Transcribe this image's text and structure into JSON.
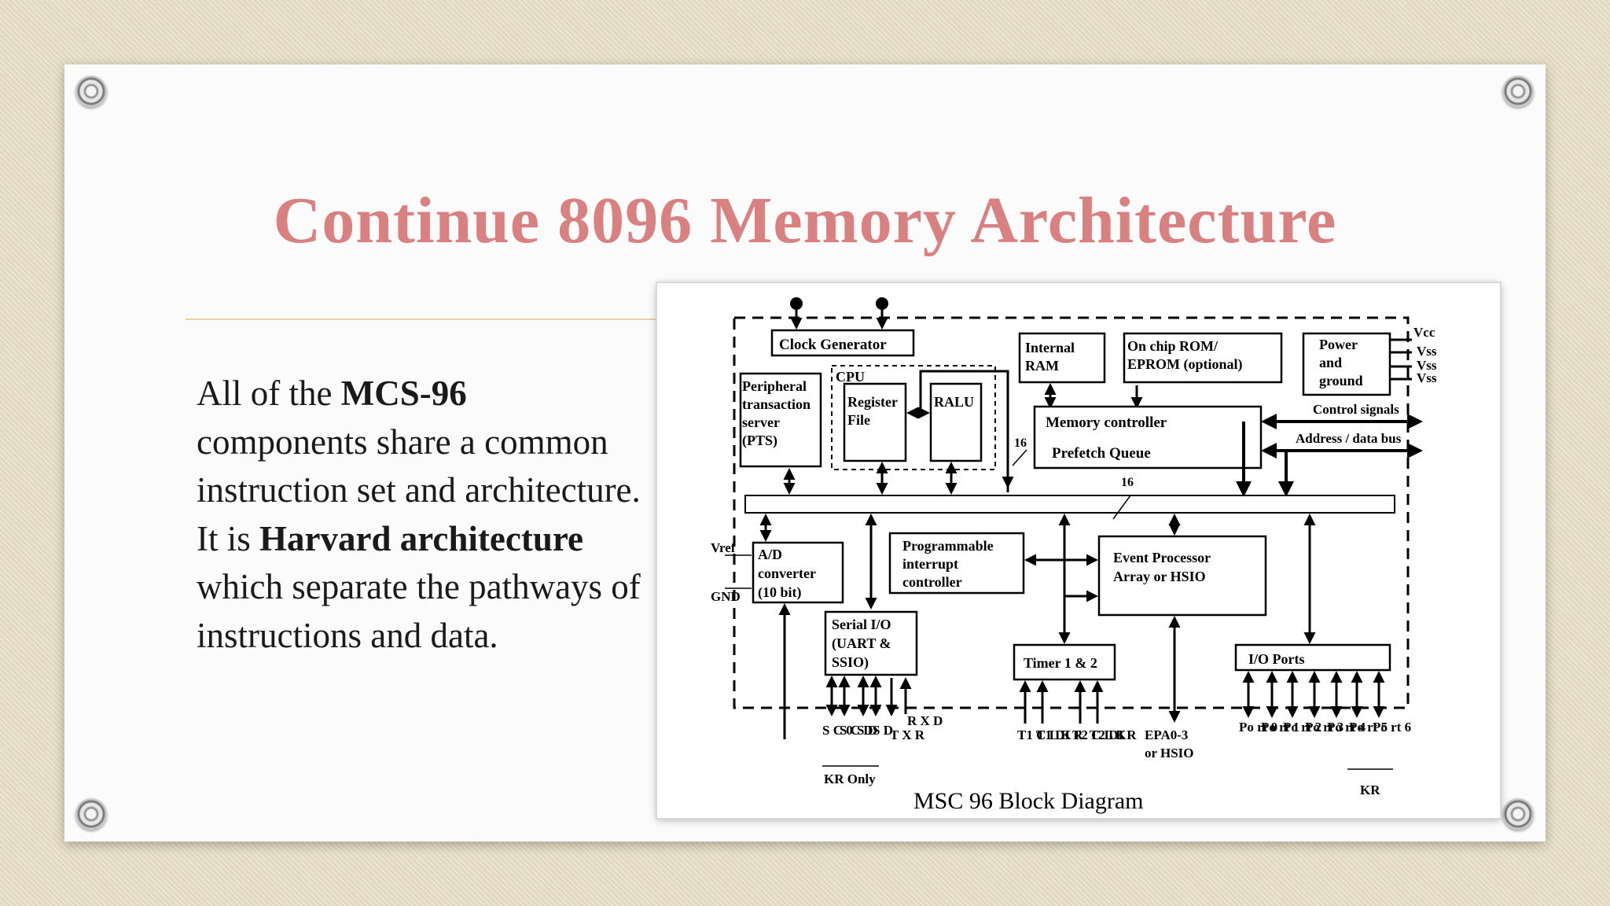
{
  "slide": {
    "title": "Continue 8096 Memory Architecture",
    "paragraph1": {
      "pre": "All of the ",
      "bold": "MCS-96",
      "post": " components share a common instruction set and architecture."
    },
    "paragraph2": {
      "pre": "It is ",
      "bold": "Harvard architecture",
      "post": " which separate the pathways of instructions and data."
    }
  },
  "diagram": {
    "caption": "MSC 96 Block Diagram",
    "blocks": {
      "clock": "Clock Generator",
      "pts": [
        "Peripheral",
        "transaction",
        "server",
        "(PTS)"
      ],
      "cpu": "CPU",
      "register_file": [
        "Register",
        "File"
      ],
      "ralu": "RALU",
      "internal_ram": [
        "Internal",
        "RAM"
      ],
      "rom": [
        "On chip ROM/",
        "EPROM  (optional)"
      ],
      "power": [
        "Power",
        "and",
        "ground"
      ],
      "memory_controller": "Memory controller",
      "prefetch": "Prefetch Queue",
      "adc": [
        "A/D",
        "converter",
        "(10 bit)"
      ],
      "pic": [
        "Programmable",
        "interrupt",
        "controller"
      ],
      "epa": [
        "Event Processor",
        "Array or HSIO"
      ],
      "serial": [
        "Serial I/O",
        "(UART &",
        "SSIO)"
      ],
      "timer": "Timer 1 & 2",
      "io_ports": "I/O Ports"
    },
    "labels": {
      "vcc": "Vcc",
      "vss": "Vss",
      "control": "Control signals",
      "address": "Address / data bus",
      "bus16a": "16",
      "bus16b": "16",
      "vref": "Vref",
      "gnd": "GND",
      "epa_out": [
        "EPA0-3",
        "or HSIO"
      ],
      "kr_only": "KR Only",
      "kr": "KR",
      "serial_pins": [
        "S C 0",
        "S C D",
        "S D",
        "S D",
        "T X R",
        "R X D"
      ],
      "timer_pins": [
        "T1 C L K",
        "T1 DI R",
        "T2 C L K",
        "T2 DI R"
      ],
      "ports": [
        "Po rt 0",
        "Po rt 1",
        "Po rt 2",
        "Po rt 3",
        "Po rt 4",
        "Po rt 5",
        "Po rt 6"
      ]
    }
  }
}
